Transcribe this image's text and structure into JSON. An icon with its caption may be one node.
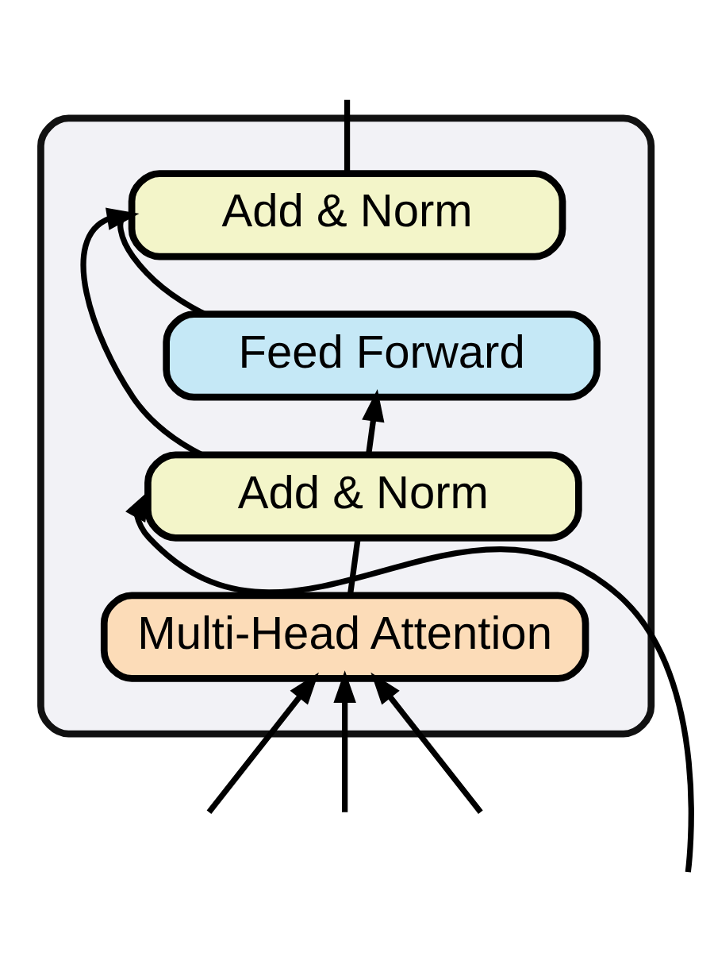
{
  "diagram": {
    "nodes": [
      {
        "text": [],
        "shape": "box"
      },
      {
        "text": [
          "Add & Norm"
        ],
        "in": 0
      },
      {
        "text": [
          "Feed Forward"
        ],
        "in": 0
      },
      {
        "text": [
          "Add & Norm"
        ],
        "in": 0
      },
      {
        "text": [
          "Multi-Head Attention"
        ],
        "in": 0
      }
    ],
    "edges": [
      {
        "from": null,
        "to": 4,
        "arrow": "to"
      },
      {
        "from": null,
        "to": 4,
        "arrow": "to"
      },
      {
        "from": null,
        "to": 4,
        "arrow": "to"
      },
      {
        "from": null,
        "to": 3,
        "arrow": "to"
      },
      {
        "from": 4,
        "to": 3,
        "arrow": "none"
      },
      {
        "from": 3,
        "to": 2,
        "arrow": "to"
      },
      {
        "from": 3,
        "to": 1,
        "arrow": "to"
      },
      {
        "from": 2,
        "to": 1,
        "arrow": "none"
      },
      {
        "from": 1,
        "to": null,
        "arrow": "none"
      }
    ]
  }
}
